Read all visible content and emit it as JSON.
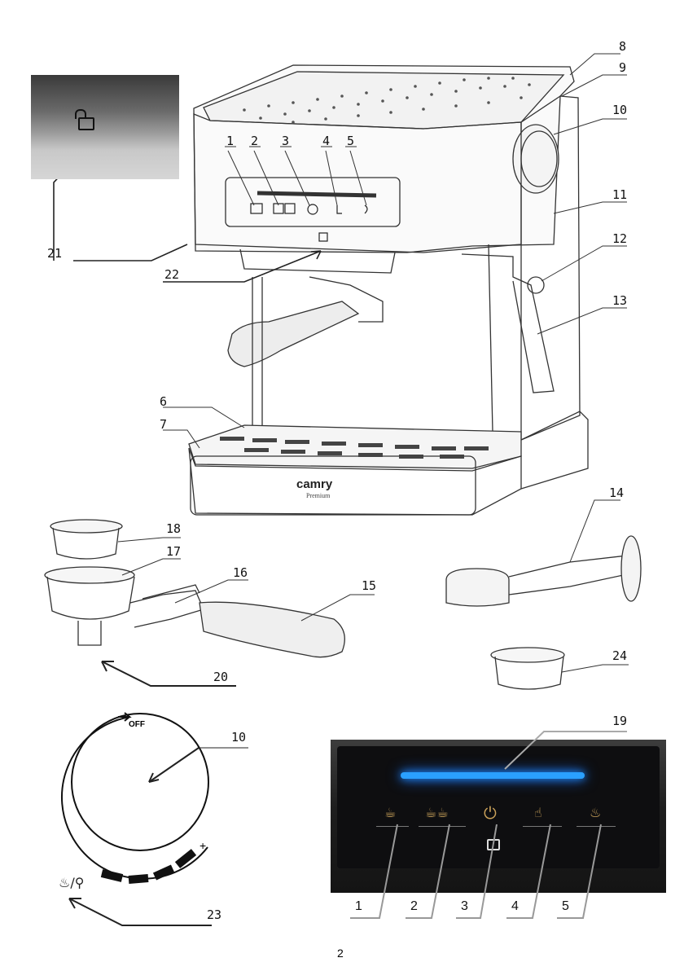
{
  "callouts": {
    "n1": "1",
    "n2": "2",
    "n3": "3",
    "n4": "4",
    "n5": "5",
    "n6": "6",
    "n7": "7",
    "n8": "8",
    "n9": "9",
    "n10": "10",
    "n11": "11",
    "n12": "12",
    "n13": "13",
    "n14": "14",
    "n15": "15",
    "n16": "16",
    "n17": "17",
    "n18": "18",
    "n19": "19",
    "n20": "20",
    "n21": "21",
    "n22": "22",
    "n23": "23",
    "n24": "24"
  },
  "knob": {
    "off_label": "OFF",
    "plus_label": "+",
    "callout": "10",
    "steam_callout": "23"
  },
  "panel": {
    "labels": [
      "1",
      "2",
      "3",
      "4",
      "5"
    ],
    "callout": "19"
  },
  "brand": {
    "name": "camry",
    "sub": "Premium"
  },
  "page": {
    "number": "2"
  }
}
